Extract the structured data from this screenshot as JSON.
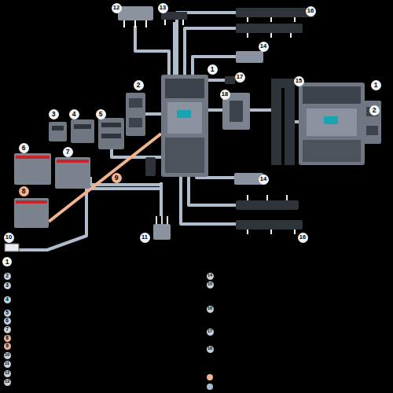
{
  "diagram": {
    "labels": [
      "12",
      "13",
      "16",
      "1",
      "14",
      "2",
      "17",
      "15",
      "1",
      "18",
      "3",
      "4",
      "5",
      "2",
      "6",
      "7",
      "9",
      "14",
      "8",
      "10",
      "11",
      "16",
      "1",
      "2",
      "3",
      "4",
      "5",
      "6",
      "7",
      "8",
      "9",
      "10",
      "11",
      "12",
      "13",
      "14",
      "15",
      "16",
      "17",
      "18"
    ]
  }
}
